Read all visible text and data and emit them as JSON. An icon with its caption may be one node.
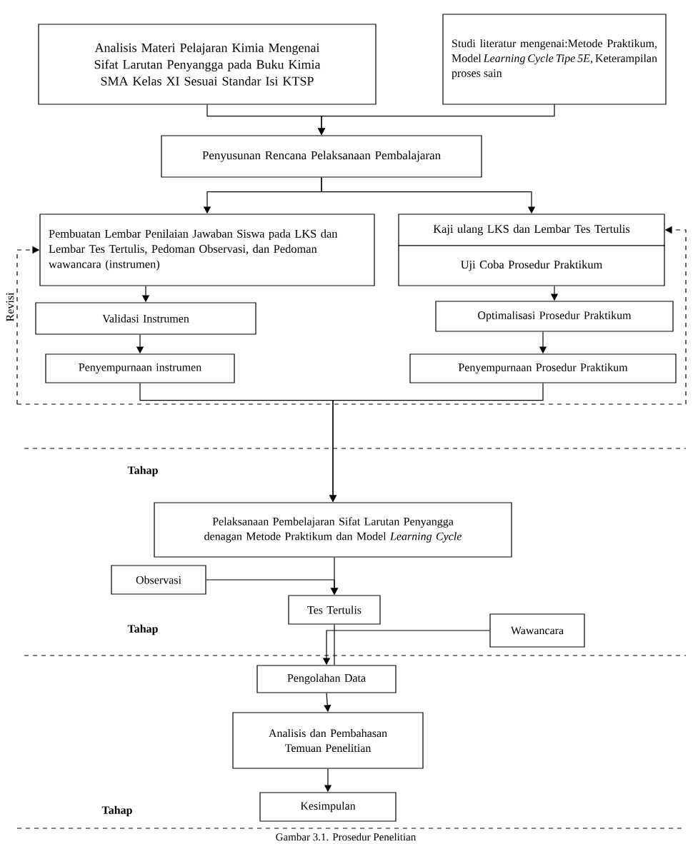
{
  "diagram": {
    "caption": "Gambar 3.1. Prosedur Penelitian",
    "nodes": [
      {
        "text": [
          "Analisis Materi Pelajaran Kimia Mengenai Sifat Larutan Penyangga pada Buku Kimia SMA Kelas XI Sesuai Standar Isi KTSP"
        ]
      },
      {
        "text": [
          "Studi literatur mengenai:Metode Praktikum, Model *Learning Cycle Tipe 5E*, Keterampilan proses sain"
        ]
      },
      {
        "text": [
          "Penyusunan Rencana Pelaksanaan Pembalajaran"
        ]
      },
      {
        "text": [
          "Pembuatan Lembar Penilaian Jawaban Siswa pada LKS dan Lembar Tes Tertulis, Pedoman Observasi, dan Pedoman wawancara (instrumen)"
        ]
      },
      {
        "text": [
          "Kaji ulang LKS dan Lembar Tes Tertulis"
        ]
      },
      {
        "text": [
          "Uji Coba Prosedur Praktikum"
        ]
      },
      {
        "text": [
          "Validasi Instrumen"
        ]
      },
      {
        "text": [
          "Penyempurnaan instrumen"
        ]
      },
      {
        "text": [
          "Optimalisasi Prosedur Praktikum"
        ]
      },
      {
        "text": [
          "Penyempurnaan Prosedur Praktikum"
        ]
      },
      {
        "text": [
          "Pelaksanaan Pembelajaran Sifat Larutan Penyangga denagan Metode Praktikum dan Model *Learning Cycle*"
        ]
      },
      {
        "text": [
          "Observasi"
        ]
      },
      {
        "text": [
          "Tes Tertulis"
        ]
      },
      {
        "text": [
          "Wawancara"
        ]
      },
      {
        "text": [
          "Pengolahan Data"
        ]
      },
      {
        "text": [
          "Analisis dan Pembahasan Temuan Penelitian"
        ]
      },
      {
        "text": [
          "Kesimpulan"
        ]
      }
    ],
    "edges": [
      {
        "from": 0,
        "to": 2,
        "arrow": "to"
      },
      {
        "from": 1,
        "to": 2,
        "arrow": "to"
      },
      {
        "from": 2,
        "to": 3,
        "arrow": "to"
      },
      {
        "from": 2,
        "to": 4,
        "arrow": "to"
      },
      {
        "from": 3,
        "to": 6,
        "arrow": "to"
      },
      {
        "from": 6,
        "to": 7,
        "arrow": "to"
      },
      {
        "from": 5,
        "to": 8,
        "arrow": "to"
      },
      {
        "from": 8,
        "to": 9,
        "arrow": "to"
      },
      {
        "from": 7,
        "to": 10,
        "arrow": "to"
      },
      {
        "from": 9,
        "to": 10,
        "arrow": "to"
      },
      {
        "from": 10,
        "to": 12,
        "arrow": "to"
      },
      {
        "from": 11,
        "to": 12,
        "arrow": "to"
      },
      {
        "from": 12,
        "to": 14,
        "arrow": "none"
      },
      {
        "from": 13,
        "to": 14,
        "arrow": "to"
      },
      {
        "from": 14,
        "to": 15,
        "arrow": "to"
      },
      {
        "from": 15,
        "to": 16,
        "arrow": "to"
      },
      {
        "from": null,
        "to": 3,
        "arrow": "to",
        "style": "dashed"
      },
      {
        "from": null,
        "to": 4,
        "arrow": "to",
        "style": "dashed"
      }
    ],
    "labels": [
      "Revisi",
      "Tahap",
      "Tahap",
      "Tahap"
    ]
  }
}
